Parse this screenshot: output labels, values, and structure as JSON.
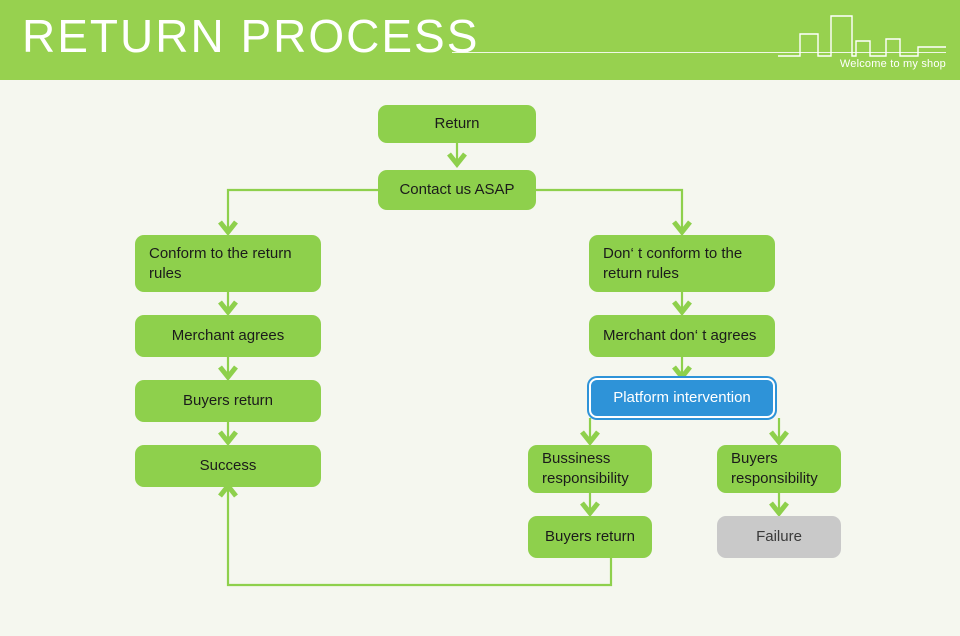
{
  "header": {
    "title": "RETURN PROCESS",
    "tagline": "Welcome to my shop",
    "bg_color": "#97d14f",
    "title_color": "#ffffff",
    "skyline_icon": "city-skyline-icon"
  },
  "page": {
    "background_color": "#f5f7ef",
    "node_color": "#8ed04c",
    "highlight_color": "#2e93d8",
    "failure_color": "#c9c9c9",
    "connector_color": "#8ed04c"
  },
  "flow": {
    "nodes": {
      "start": {
        "label": "Return"
      },
      "contact": {
        "label": "Contact us ASAP"
      },
      "conform": {
        "label": "Conform to the return\nrules"
      },
      "merchant_agrees": {
        "label": "Merchant agrees"
      },
      "buyers_return_left": {
        "label": "Buyers return"
      },
      "success": {
        "label": "Success"
      },
      "not_conform": {
        "label": "Don‘ t conform to the\nreturn rules"
      },
      "merchant_not_agrees": {
        "label": "Merchant don‘ t agrees"
      },
      "platform": {
        "label": "Platform intervention"
      },
      "business_resp": {
        "label": "Bussiness\nresponsibility"
      },
      "buyers_resp": {
        "label": "Buyers\nresponsibility"
      },
      "buyers_return_right": {
        "label": "Buyers return"
      },
      "failure": {
        "label": "Failure"
      }
    }
  }
}
